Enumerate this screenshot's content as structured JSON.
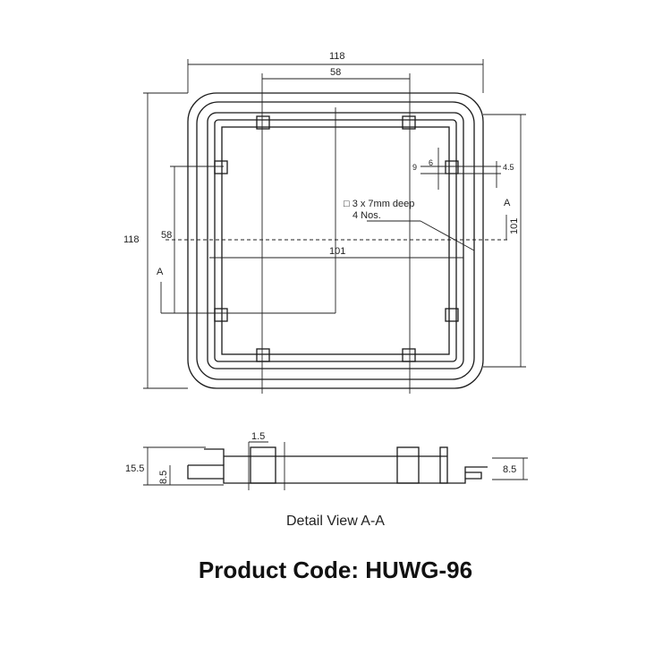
{
  "top_view": {
    "overall_width": "118",
    "inner_width": "58",
    "overall_height": "118",
    "inner_height": "58",
    "center_span": "101",
    "right_span": "101",
    "section_mark_left": "A",
    "section_mark_right": "A",
    "detail_width": "6",
    "detail_height": "9",
    "detail_offset": "4.5",
    "hole_note_line1": "□ 3 x 7mm deep",
    "hole_note_line2": "4 Nos."
  },
  "side_view": {
    "wall_thickness": "1.5",
    "total_height": "15.5",
    "flange_height_left": "8.5",
    "flange_height_right": "8.5"
  },
  "caption": "Detail View A-A",
  "product_code": "Product Code: HUWG-96"
}
